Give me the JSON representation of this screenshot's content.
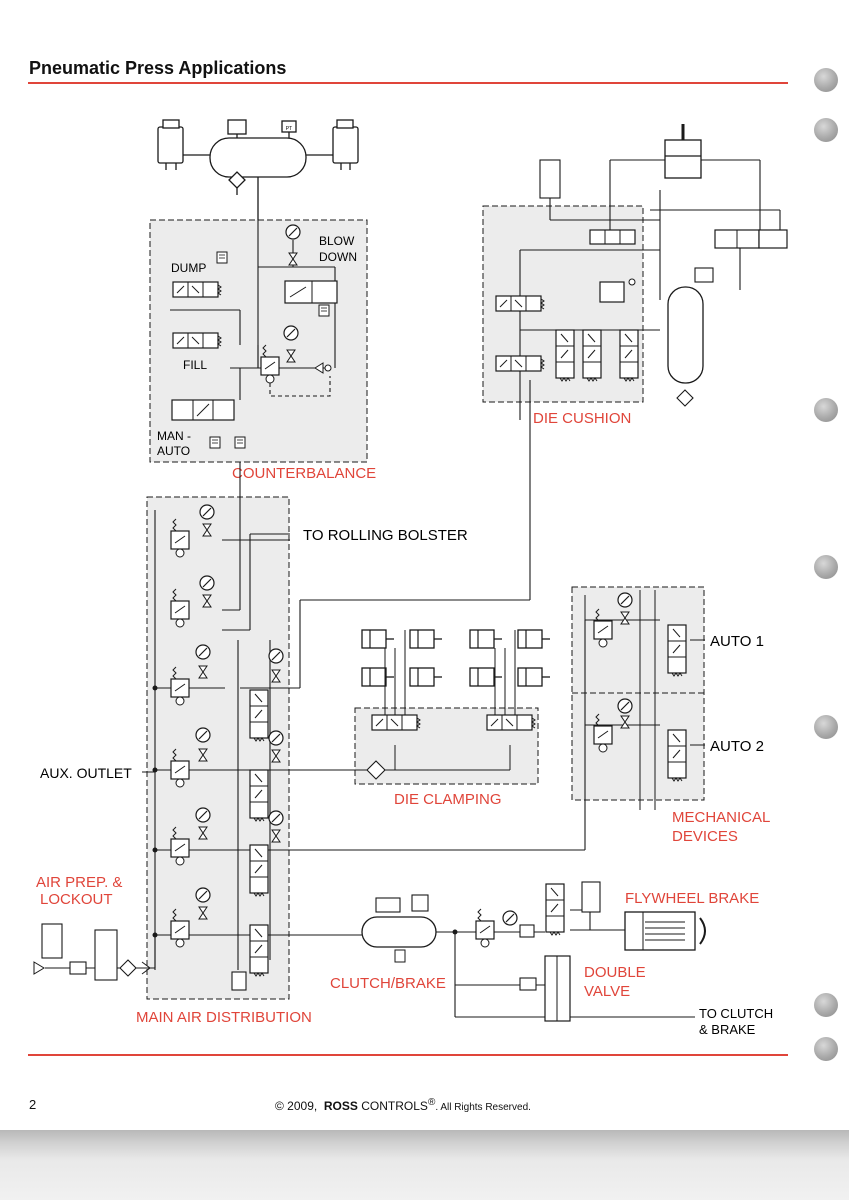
{
  "page": {
    "title": "Pneumatic Press Applications",
    "number": "2",
    "footer": {
      "copyright": "© 2009,",
      "brand": "ROSS",
      "brand_rest": "CONTROLS",
      "registered": "®",
      "rights": ". All Rights Reserved."
    }
  },
  "colors": {
    "accent": "#e0453a",
    "line": "#1a1a1a",
    "section_fill": "#ececec"
  },
  "sections": {
    "counterbalance": "COUNTERBALANCE",
    "die_cushion": "DIE CUSHION",
    "main_air_distribution": "MAIN AIR DISTRIBUTION",
    "die_clamping": "DIE CLAMPING",
    "mechanical_devices": [
      "MECHANICAL",
      "DEVICES"
    ],
    "air_prep_lockout": [
      "AIR PREP. &",
      "LOCKOUT"
    ],
    "clutch_brake": "CLUTCH/BRAKE",
    "flywheel_brake": "FLYWHEEL BRAKE",
    "double_valve": [
      "DOUBLE",
      "VALVE"
    ]
  },
  "labels": {
    "blow_down": [
      "BLOW",
      "DOWN"
    ],
    "dump": "DUMP",
    "fill": "FILL",
    "man_auto": [
      "MAN -",
      "AUTO"
    ],
    "pt": "PT",
    "to_rolling_bolster": "TO ROLLING BOLSTER",
    "aux_outlet": "AUX. OUTLET",
    "auto_1": "AUTO 1",
    "auto_2": "AUTO 2",
    "to_clutch_brake": [
      "TO CLUTCH",
      "& BRAKE"
    ]
  }
}
